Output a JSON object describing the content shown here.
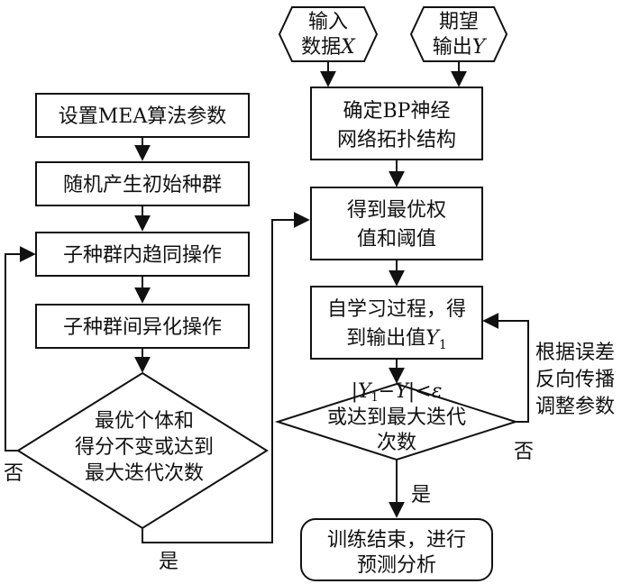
{
  "left": {
    "step1": "设置MEA算法参数",
    "step2": "随机产生初始种群",
    "step3": "子种群内趋同操作",
    "step4": "子种群间异化操作",
    "decision": [
      "最优个体和",
      "得分不变或达到",
      "最大迭代次数"
    ],
    "no_label": "否",
    "yes_label": "是"
  },
  "right": {
    "input_x": [
      "输入",
      "数据",
      "X"
    ],
    "expected_y": [
      "期望",
      "输出",
      "Y"
    ],
    "step1": [
      "确定BP神经",
      "网络拓扑结构"
    ],
    "step2": [
      "得到最优权",
      "值和阈值"
    ],
    "step3": [
      "自学习过程，得",
      "到输出值",
      "Y",
      "1"
    ],
    "decision": {
      "line1_prefix": "|",
      "line1_y1": "Y",
      "line1_sub": "1",
      "line1_minus": "−",
      "line1_y": "Y",
      "line1_suffix": "|<",
      "line1_eps": "ε",
      "line2": "或达到最大迭代",
      "line3": "次数"
    },
    "feedback": [
      "根据误差",
      "反向传播",
      "调整参数"
    ],
    "no_label": "否",
    "yes_label": "是",
    "end": [
      "训练结束，进行",
      "预测分析"
    ]
  }
}
